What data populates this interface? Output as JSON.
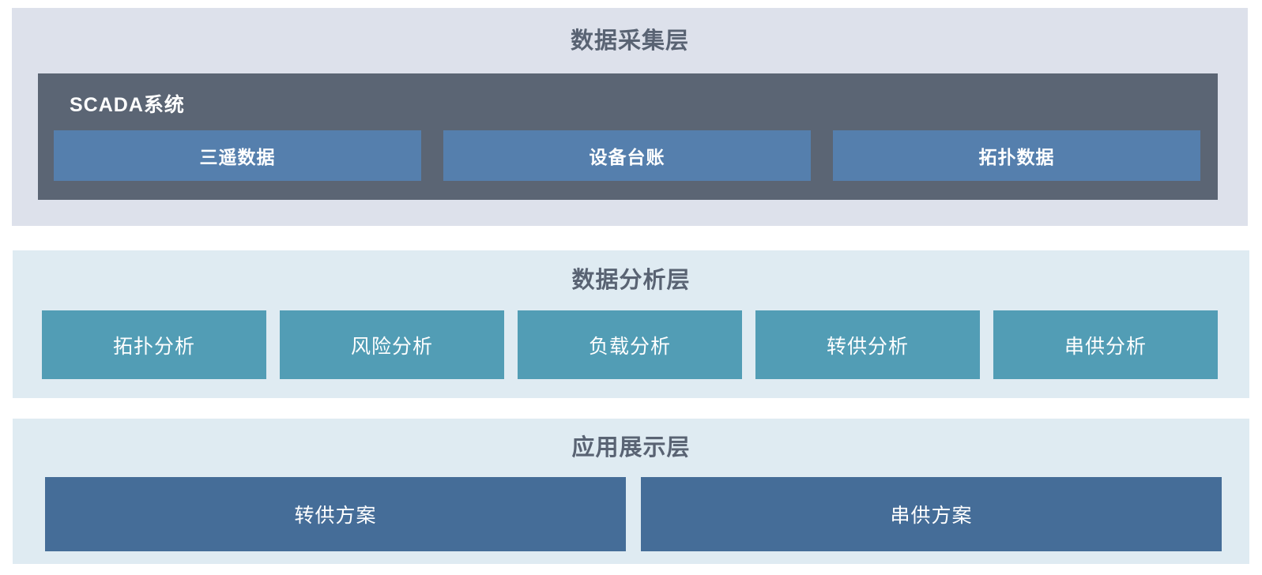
{
  "colors": {
    "page_background": "#ffffff",
    "collection_panel": "#dde1eb",
    "scada_container": "#5b6574",
    "collection_box": "#557fad",
    "analysis_panel": "#dfebf2",
    "analysis_box": "#529db5",
    "display_panel": "#dfebf2",
    "display_box": "#456d98",
    "title_text": "#596373",
    "box_text": "#ffffff"
  },
  "layers": [
    {
      "title": "数据采集层",
      "container": {
        "label": "SCADA系统",
        "boxes": [
          "三遥数据",
          "设备台账",
          "拓扑数据"
        ]
      }
    },
    {
      "title": "数据分析层",
      "boxes": [
        "拓扑分析",
        "风险分析",
        "负载分析",
        "转供分析",
        "串供分析"
      ]
    },
    {
      "title": "应用展示层",
      "boxes": [
        "转供方案",
        "串供方案"
      ]
    }
  ]
}
